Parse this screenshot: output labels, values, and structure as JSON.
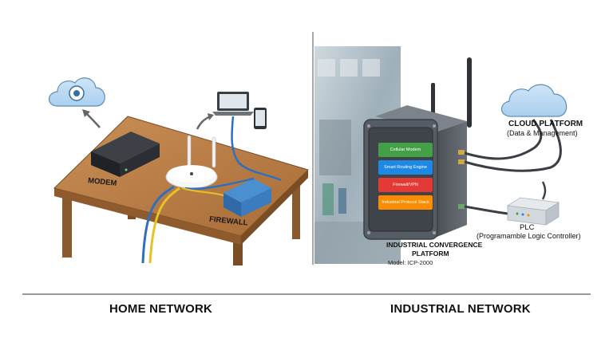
{
  "home": {
    "modem_label": "MODEM",
    "firewall_label": "FIREWALL",
    "section_title": "HOME NETWORK",
    "icons": [
      "cloud-icon",
      "laptop-icon",
      "phone-icon",
      "router-icon"
    ]
  },
  "industrial": {
    "cloud_title": "CLOUD PLATFORM",
    "cloud_subtitle": "(Data & Management)",
    "plc_title": "PLC",
    "plc_subtitle": "(Programamble Logic Controller)",
    "platform_title_line1": "INDUSTRIAL CONVERGENCE",
    "platform_title_line2": "PLATFORM",
    "platform_model": "Model: ICP-2000",
    "modules": [
      {
        "label": "Cellular Modem",
        "color": "#43a047"
      },
      {
        "label": "Smart Routing Engine",
        "color": "#1e88e5"
      },
      {
        "label": "Firewall/VPN",
        "color": "#e53935"
      },
      {
        "label": "Industrial Protocol Stack",
        "color": "#fb8c00"
      }
    ],
    "section_title": "INDUSTRIAL NETWORK"
  }
}
